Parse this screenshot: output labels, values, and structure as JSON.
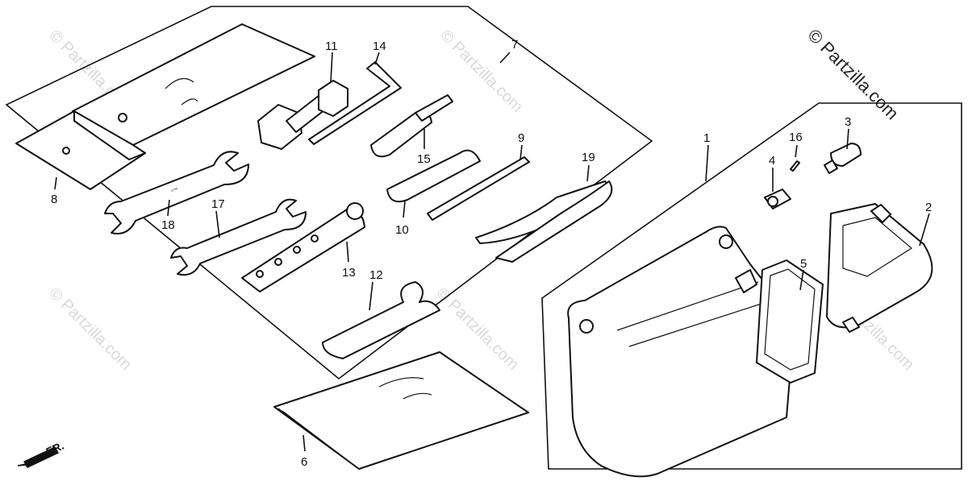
{
  "watermark": {
    "primary": "© Partzilla.com",
    "faint": "© Partzilla.com"
  },
  "callouts": {
    "c1": "1",
    "c2": "2",
    "c3": "3",
    "c4": "4",
    "c5": "5",
    "c6": "6",
    "c7": "7",
    "c8": "8",
    "c9": "9",
    "c10": "10",
    "c11": "11",
    "c12": "12",
    "c13": "13",
    "c14": "14",
    "c15": "15",
    "c16": "16",
    "c17": "17",
    "c18": "18",
    "c19": "19"
  },
  "direction_indicator": {
    "label": "FR."
  },
  "colors": {
    "line": "#111111",
    "background": "#ffffff",
    "watermark": "#d9d9d9"
  }
}
